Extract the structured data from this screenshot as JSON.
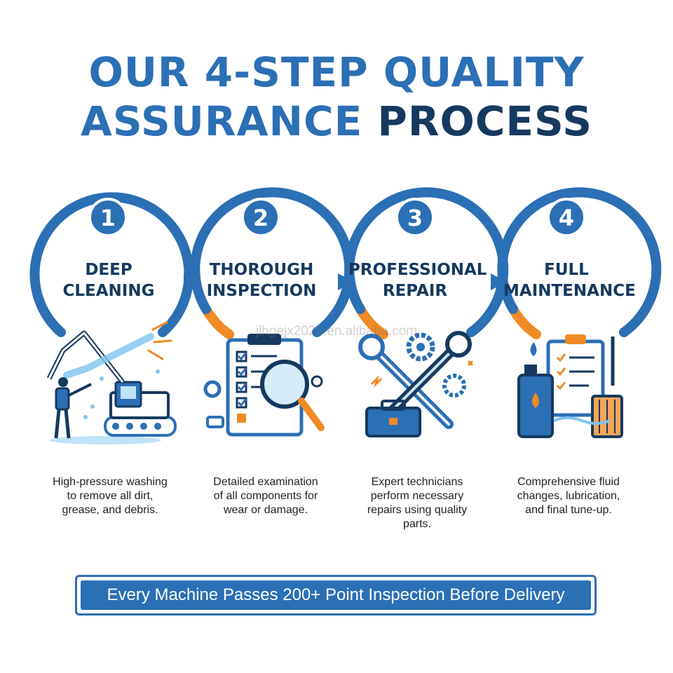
{
  "title": {
    "line1": "OUR 4-STEP QUALITY",
    "line2a": "ASSURANCE",
    "line2b": "PROCESS"
  },
  "steps": [
    {
      "number": "1",
      "title_line1": "DEEP",
      "title_line2": "CLEANING",
      "desc_lines": [
        "High-pressure washing",
        "to remove all dirt,",
        "grease, and debris."
      ],
      "icon": "excavator-pressure-washer-icon"
    },
    {
      "number": "2",
      "title_line1": "THOROUGH",
      "title_line2": "INSPECTION",
      "desc_lines": [
        "Detailed examination",
        "of all components for",
        "wear or damage."
      ],
      "icon": "clipboard-magnifier-icon"
    },
    {
      "number": "3",
      "title_line1": "PROFESSIONAL",
      "title_line2": "REPAIR",
      "desc_lines": [
        "Expert technicians",
        "perform necessary",
        "repairs using quality",
        "parts."
      ],
      "icon": "crossed-wrenches-toolbox-icon"
    },
    {
      "number": "4",
      "title_line1": "FULL",
      "title_line2": "MAINTENANCE",
      "desc_lines": [
        "Comprehensive fluid",
        "changes, lubrication,",
        "and final tune-up."
      ],
      "icon": "oil-bottle-filter-clipboard-icon"
    }
  ],
  "banner": {
    "text": "Every Machine Passes 200+ Point Inspection Before Delivery"
  },
  "watermark": "jlhgejx2025.en.alibaba.com",
  "colors": {
    "blue": "#2b6fb5",
    "navy": "#16395f",
    "orange": "#f08a24",
    "white": "#ffffff"
  }
}
